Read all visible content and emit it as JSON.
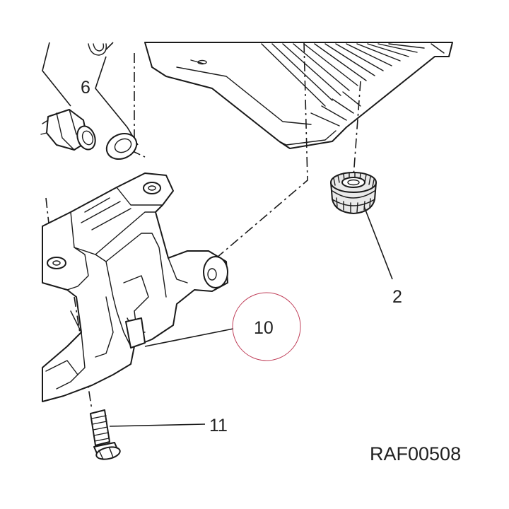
{
  "callouts": {
    "part_6": "6",
    "part_2": "2",
    "part_10": "10",
    "part_11": "11"
  },
  "drawing_code": "RAF00508",
  "colors": {
    "line": "#1a1a1a",
    "highlight_circle": "#c0405a",
    "background": "#ffffff"
  }
}
